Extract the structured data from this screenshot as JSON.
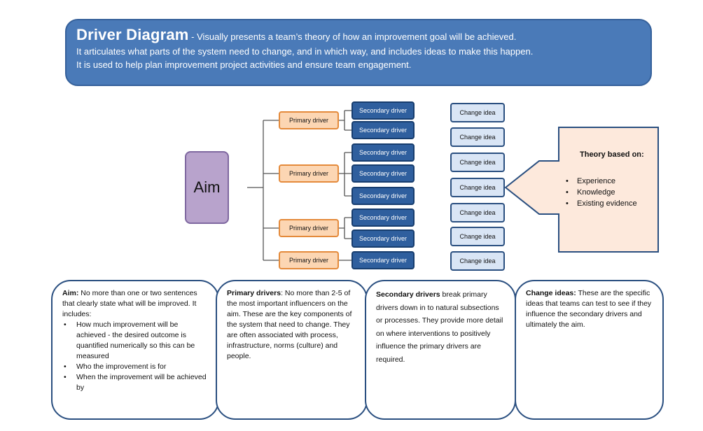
{
  "banner": {
    "title": "Driver Diagram",
    "title_suffix": " - Visually presents a team’s theory of how an improvement goal will be achieved.",
    "line2": "It articulates what parts of the system need to change, and in which way, and includes ideas to make this happen.",
    "line3": "It is used to help plan improvement project activities and ensure team engagement.",
    "color": "#4a7ab8"
  },
  "diagram": {
    "aim_label": "Aim",
    "primary_label": "Primary driver",
    "secondary_label": "Secondary driver",
    "change_label": "Change idea",
    "colors": {
      "aim": "#b8a3cc",
      "primary": "#fcd6b3",
      "secondary": "#2f5f9e",
      "change": "#d9e5f5",
      "theory": "#fde9dc"
    }
  },
  "theory": {
    "title": "Theory based on:",
    "items": [
      "Experience",
      "Knowledge",
      "Existing evidence"
    ]
  },
  "descriptions": {
    "aim": {
      "heading": "Aim:",
      "text": " No more than one or two sentences that clearly state what will be improved. It includes:",
      "bullets": [
        "How much improvement will be achieved - the desired outcome is quantified numerically so this can be measured",
        "Who the improvement is for",
        "When the improvement will be achieved by"
      ]
    },
    "primary": {
      "heading": "Primary drivers",
      "text": ": No more than 2-5 of the most important influencers on the aim. These are the key components of the system that need to change. They are often associated with process, infrastructure, norms (culture) and people."
    },
    "secondary": {
      "heading": "Secondary drivers",
      "text": " break primary drivers down in to natural subsections or processes. They provide more detail on where interventions to positively influence the primary drivers are required."
    },
    "change": {
      "heading": "Change ideas:",
      "text": " These are the specific ideas that teams can test to see if they influence the secondary drivers  and ultimately the aim."
    }
  }
}
